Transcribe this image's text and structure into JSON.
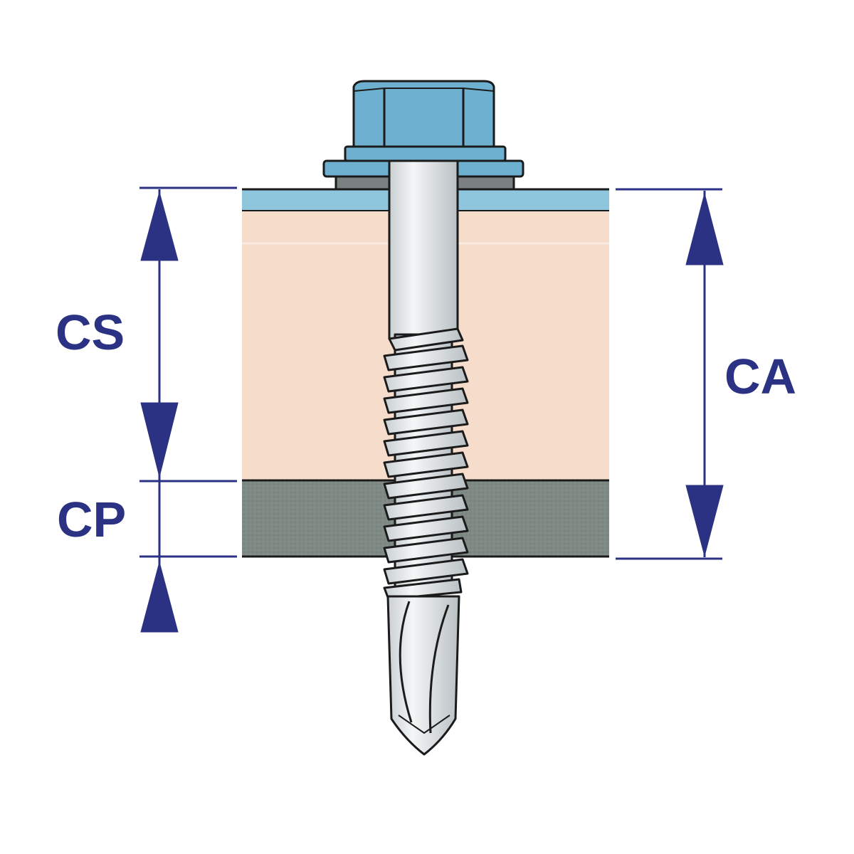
{
  "labels": {
    "cs": "CS",
    "cp": "CP",
    "ca": "CA"
  },
  "colors": {
    "dimension": "#2b3284",
    "top_sheet": "#8ec7dd",
    "insulation": "#f5dccb",
    "purlin": "#7f8a85",
    "screw_head": "#6db0cf",
    "screw_metal": "#e8ecee",
    "outline": "#1b1b1b"
  },
  "icons": [
    "hex-head-screw-icon",
    "dimension-arrow-icon"
  ]
}
